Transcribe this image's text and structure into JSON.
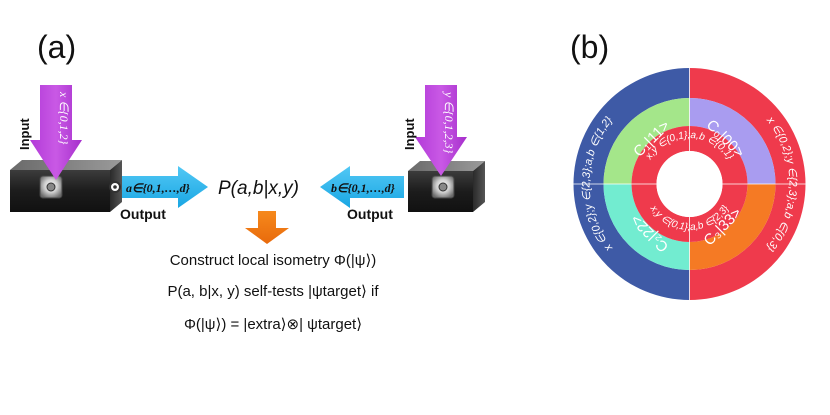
{
  "panel_a": {
    "label": "(a)",
    "left_box": {
      "input_label": "Input",
      "input_set": "x ∈{0,1,2}",
      "output_label": "Output",
      "output_set": "a∈{0,1,…,d}"
    },
    "right_box": {
      "input_label": "Input",
      "input_set": "y ∈{0,1,2,3}",
      "output_label": "Output",
      "output_set": "b∈{0,1,…,d}"
    },
    "correlation": "P(a,b|x,y)",
    "lines": [
      "Construct local isometry Φ(|ψ⟩)",
      "P(a, b|x, y) self-tests |ψtarget⟩ if",
      "Φ(|ψ⟩) = |extra⟩⊗| ψtarget⟩"
    ]
  },
  "panel_b": {
    "label": "(b)",
    "outer_left": "x ∈{0,2};y ∈{2,3};a,b ∈{1,2}",
    "outer_right": "x ∈{0,2};y ∈{2,3};a,b ∈{0,3}",
    "inner_top": "x,y ∈{0,1};a,b ∈{0,1}",
    "inner_bottom": "x,y ∈{0,1};a,b ∈{2,3}",
    "state_tl": "C₁|11>",
    "state_tr": "C₀|00>",
    "state_bl": "C₂|22>",
    "state_br": "C₃|33>",
    "colors": {
      "outer_left": "#3e5aa6",
      "outer_right": "#ef3a4c",
      "tl": "#a4e68a",
      "tr": "#a99cf0",
      "bl": "#72ecd0",
      "br": "#f57a24",
      "inner": "#ef3a4c"
    }
  }
}
